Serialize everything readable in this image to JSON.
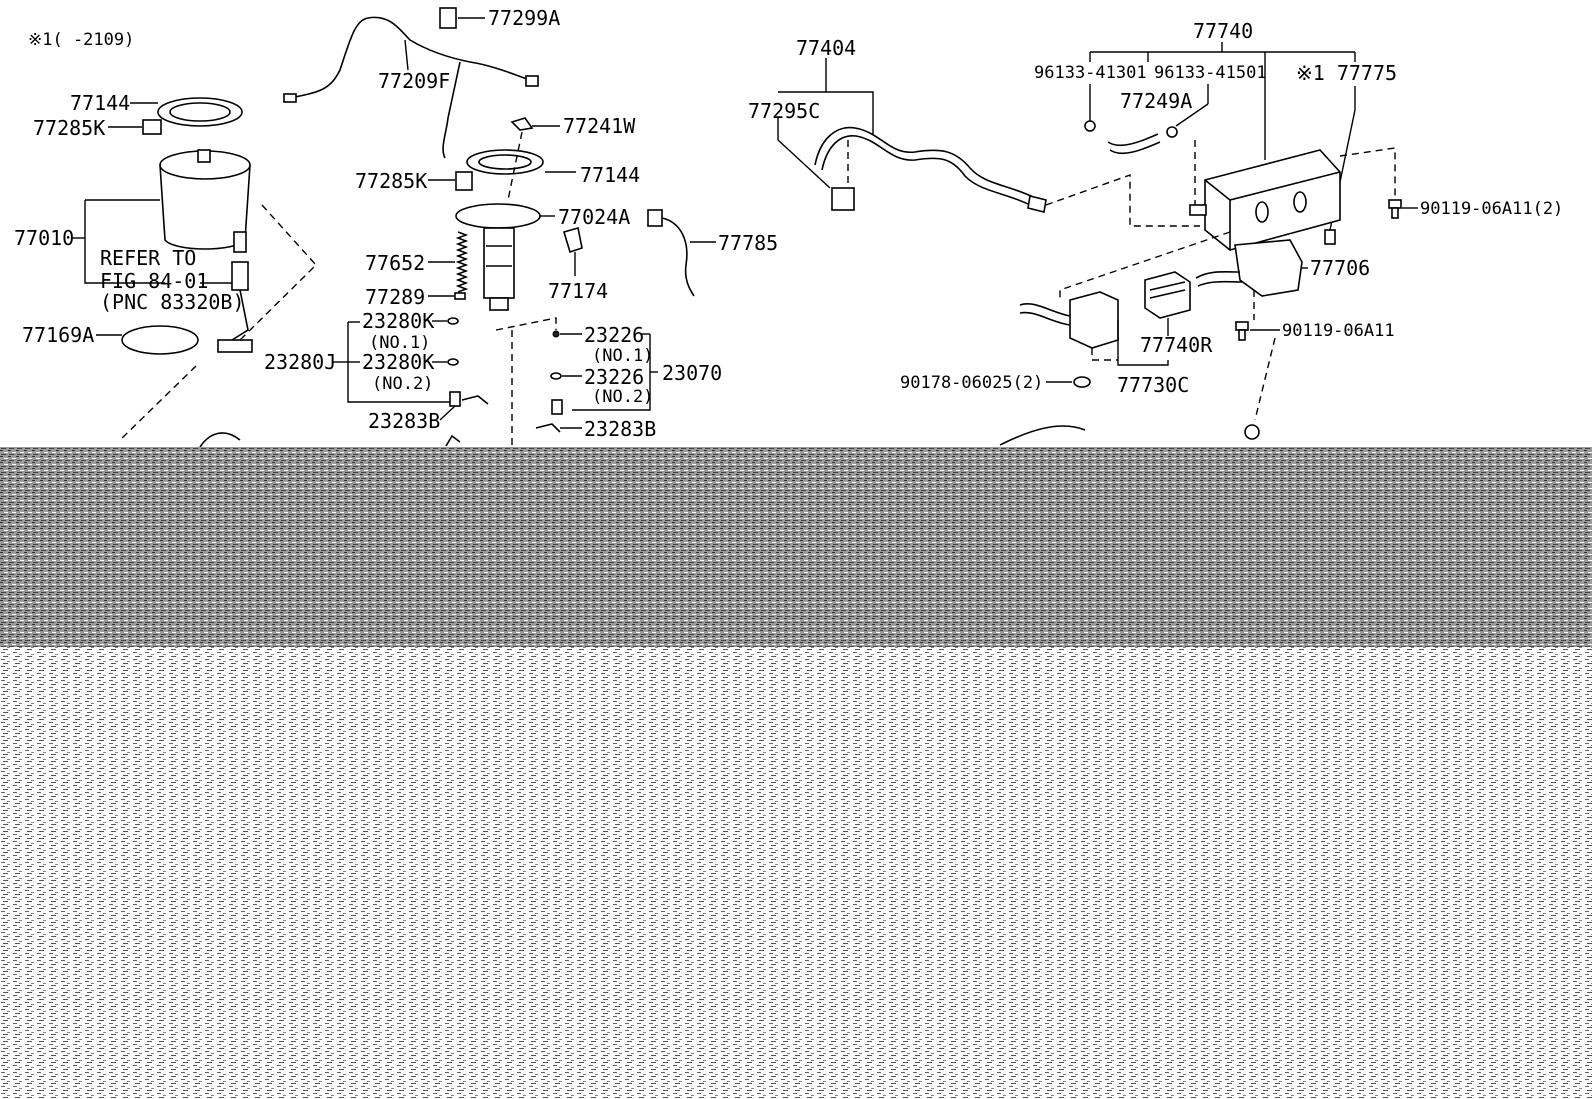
{
  "note": "※1(    -2109)",
  "labels": {
    "p77299A": "77299A",
    "p77209F": "77209F",
    "p77144a": "77144",
    "p77285Ka": "77285K",
    "p77010": "77010",
    "refer1": "REFER TO",
    "refer2": "FIG 84-01",
    "refer3": "(PNC 83320B)",
    "p77169A": "77169A",
    "p77241W": "77241W",
    "p77285Kb": "77285K",
    "p77144b": "77144",
    "p77024A": "77024A",
    "p77652": "77652",
    "p77174": "77174",
    "p77785": "77785",
    "p77289": "77289",
    "p23280Ka": "23280K",
    "no1a": "(NO.1)",
    "p23280J": "23280J",
    "p23280Kb": "23280K",
    "no2a": "(NO.2)",
    "p23283Ba": "23283B",
    "p23226a": "23226",
    "no1b": "(NO.1)",
    "p23070": "23070",
    "p23226b": "23226",
    "no2b": "(NO.2)",
    "p23283Bb": "23283B",
    "p77404": "77404",
    "p77295C": "77295C",
    "p77740": "77740",
    "p96133_41301": "96133-41301",
    "p96133_41501": "96133-41501",
    "p77775": "※1 77775",
    "p77249A": "77249A",
    "p90119_06A11_2": "90119-06A11(2)",
    "p77706": "77706",
    "p90119_06A11": "90119-06A11",
    "p77740R": "77740R",
    "p90178_06025": "90178-06025(2)",
    "p77730C": "77730C"
  }
}
